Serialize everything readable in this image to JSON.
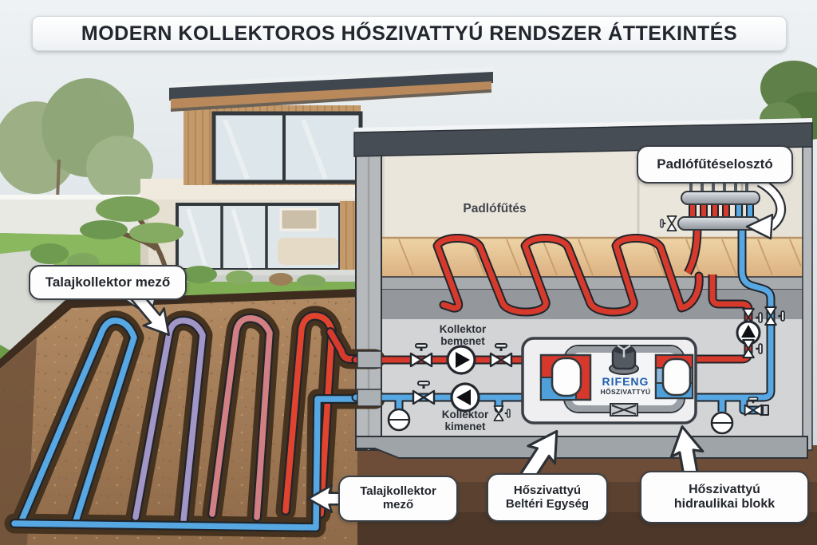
{
  "title": "MODERN KOLLEKTOROS HŐSZIVATTYÚ RENDSZER ÁTTEKINTÉS",
  "callouts": {
    "floor_distributor": "Padlófűtéselosztó",
    "floor_heating": "Padlófűtés",
    "collector_field_top": "Talajkollektor mező",
    "collector_inlet": "Kollektor\nbemenet",
    "collector_outlet": "Kollektor\nkimenet",
    "collector_field_bottom": "Talajkollektor\nmező",
    "indoor_unit": "Hőszivattyú\nBeltéri Egység",
    "hydraulic_block": "Hőszivattyú\nhidraulikai blokk"
  },
  "heat_pump": {
    "brand": "RIFENG",
    "type_label": "HŐSZIVATTYÚ"
  },
  "colors": {
    "hot_pipe": "#d63a2c",
    "cold_pipe": "#57a7e2",
    "loop_purple": "#a296c6",
    "loop_rose": "#d27f84",
    "brand_blue": "#1f5fae",
    "soil": "#a8805c",
    "grass": "#7fae54"
  }
}
